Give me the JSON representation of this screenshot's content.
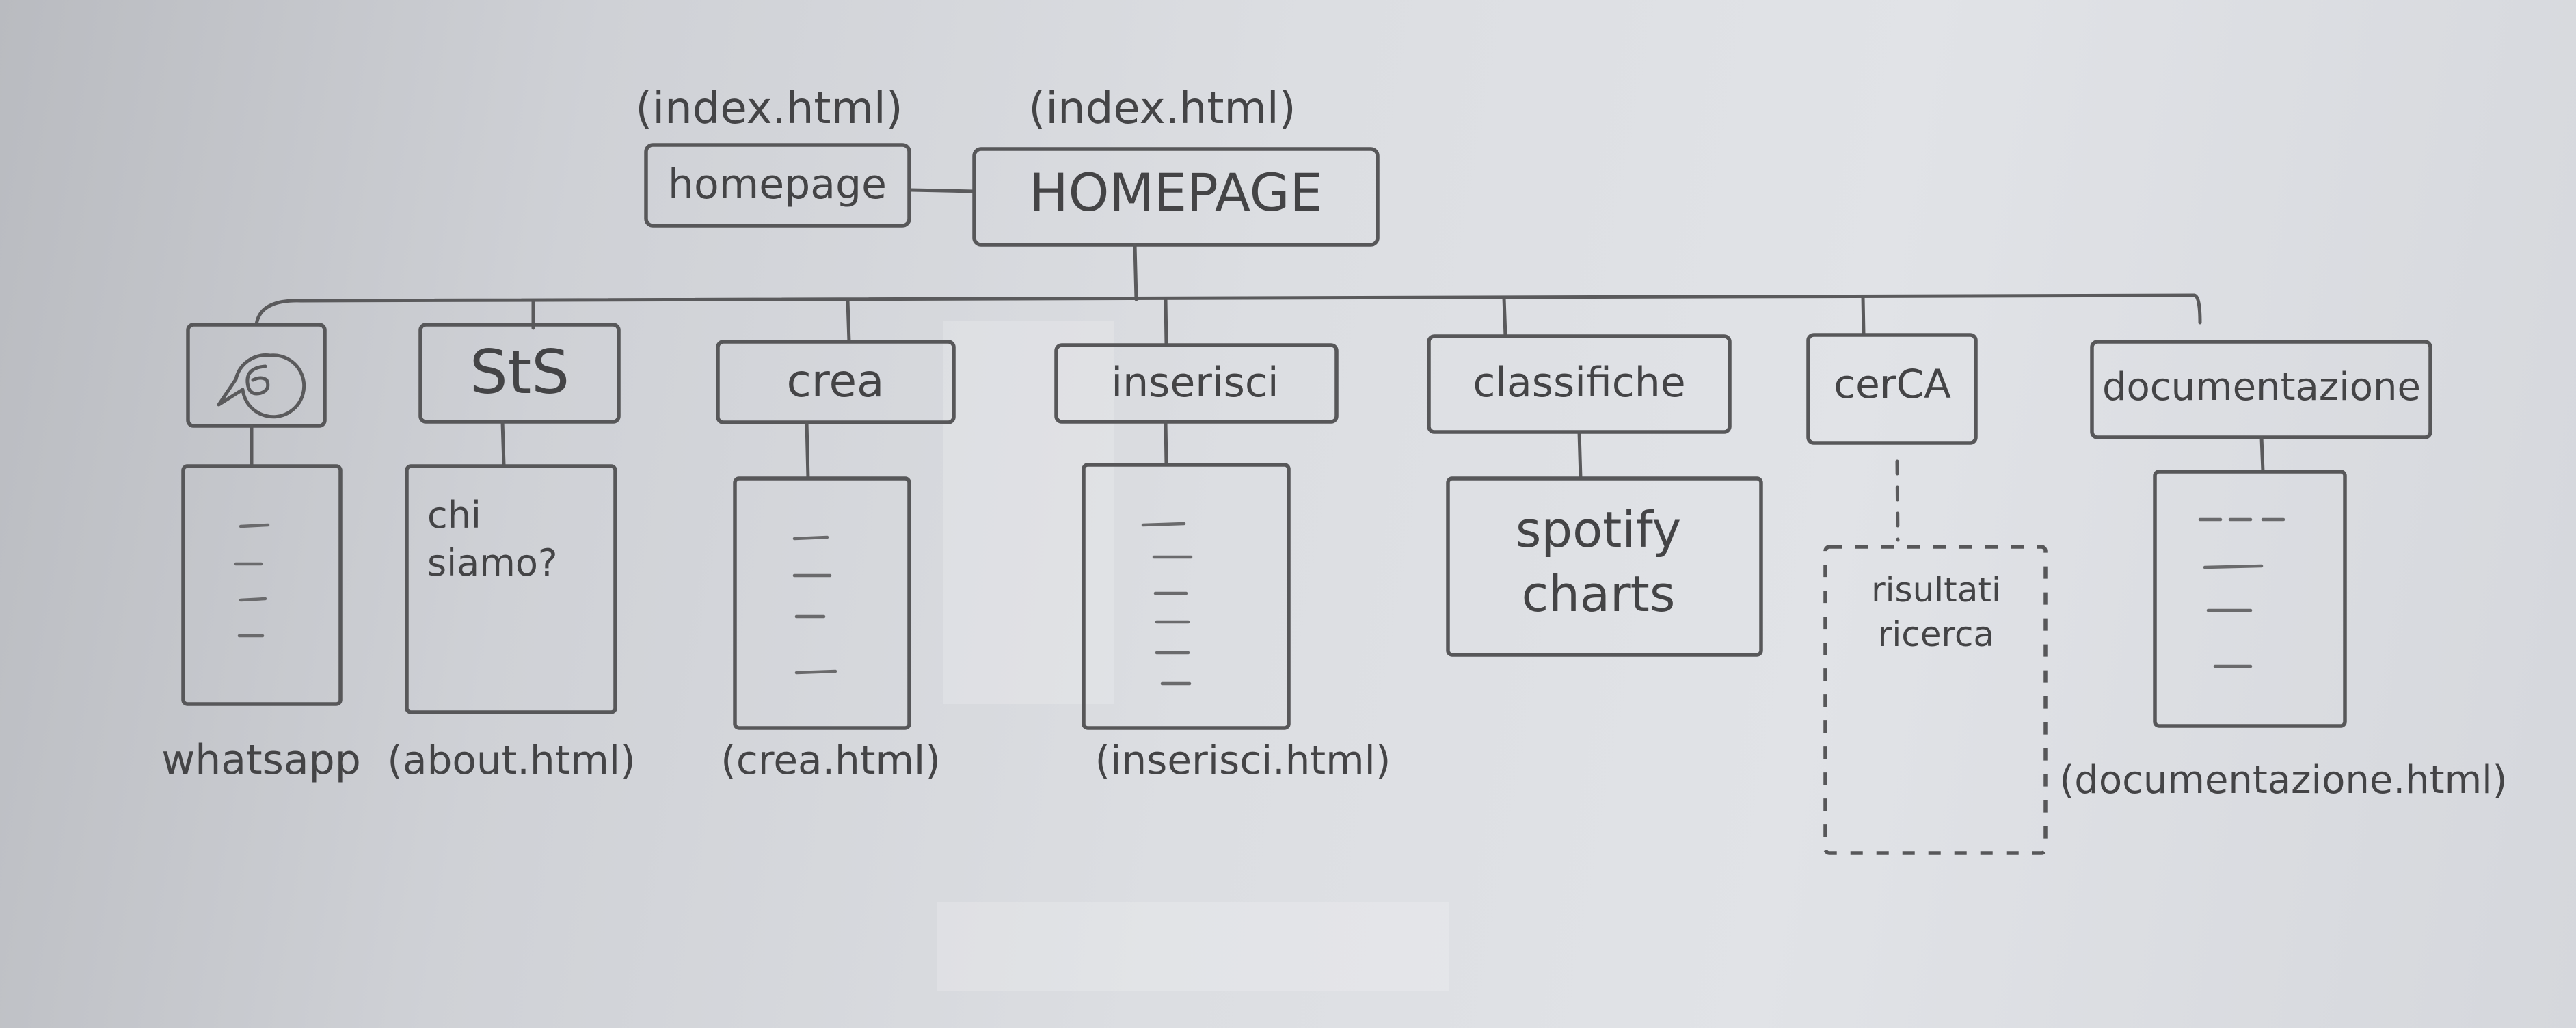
{
  "root": {
    "label": "HOMEPAGE",
    "file": "(index.html)",
    "alias": {
      "label": "homepage",
      "file": "(index.html)"
    }
  },
  "sections": [
    {
      "id": "whatsapp-icon",
      "label": "",
      "page_text": "",
      "caption": "whatsapp",
      "dashed": false
    },
    {
      "id": "sts",
      "label": "StS",
      "page_text": "chi siamo?",
      "caption": "(about.html)",
      "dashed": false
    },
    {
      "id": "crea",
      "label": "crea",
      "page_text": "",
      "caption": "(crea.html)",
      "dashed": false
    },
    {
      "id": "inserisci",
      "label": "inserisci",
      "page_text": "",
      "caption": "(inserisci.html)",
      "dashed": false
    },
    {
      "id": "classifiche",
      "label": "classifiche",
      "page_text": "spotify charts",
      "caption": "",
      "dashed": false
    },
    {
      "id": "cerca",
      "label": "cerCA",
      "page_text": "risultati ricerca",
      "caption": "",
      "dashed": true
    },
    {
      "id": "documentazione",
      "label": "documentazione",
      "page_text": "",
      "caption": "(documentazione.html)",
      "dashed": false
    }
  ],
  "icons": {
    "whatsapp": "whatsapp-icon"
  },
  "colors": {
    "ink": "#575759",
    "paper": "#dcdee2"
  }
}
